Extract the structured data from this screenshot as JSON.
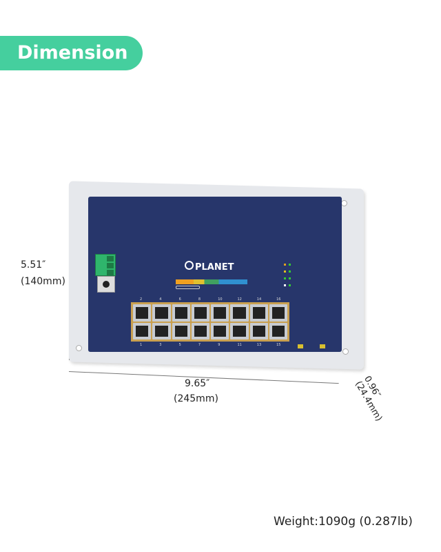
{
  "badge": {
    "label": "Dimension",
    "color": "#45cf9e"
  },
  "device": {
    "brand": "PLANET",
    "panel_color": "#27366b",
    "top_port_numbers": [
      "2",
      "4",
      "6",
      "8",
      "10",
      "12",
      "14",
      "16"
    ],
    "bottom_port_numbers": [
      "1",
      "3",
      "5",
      "7",
      "9",
      "11",
      "13",
      "15"
    ]
  },
  "dimensions": {
    "height_in": "5.51″",
    "height_mm": "(140mm)",
    "width_in": "9.65″",
    "width_mm": "(245mm)",
    "depth_in": "0.96″",
    "depth_mm": "(24.4mm)"
  },
  "weight": "Weight:1090g (0.287lb)"
}
